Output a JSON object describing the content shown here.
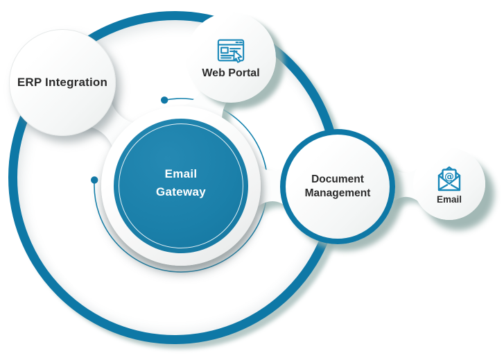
{
  "hub": {
    "line1": "Email",
    "line2": "Gateway"
  },
  "nodes": {
    "erp": {
      "label": "ERP Integration"
    },
    "web": {
      "label": "Web Portal",
      "icon": "browser-window-with-cursor"
    },
    "doc": {
      "line1": "Document",
      "line2": "Management"
    },
    "email": {
      "label": "Email",
      "icon": "open-envelope-with-at",
      "at_symbol": "@"
    }
  },
  "colors": {
    "teal": "#0E78A6",
    "hub_fill": "#1B80AA",
    "icon_stroke": "#1887B8",
    "sage_shadow": "#9DB7B4",
    "text_dark": "#2B2B2B"
  }
}
